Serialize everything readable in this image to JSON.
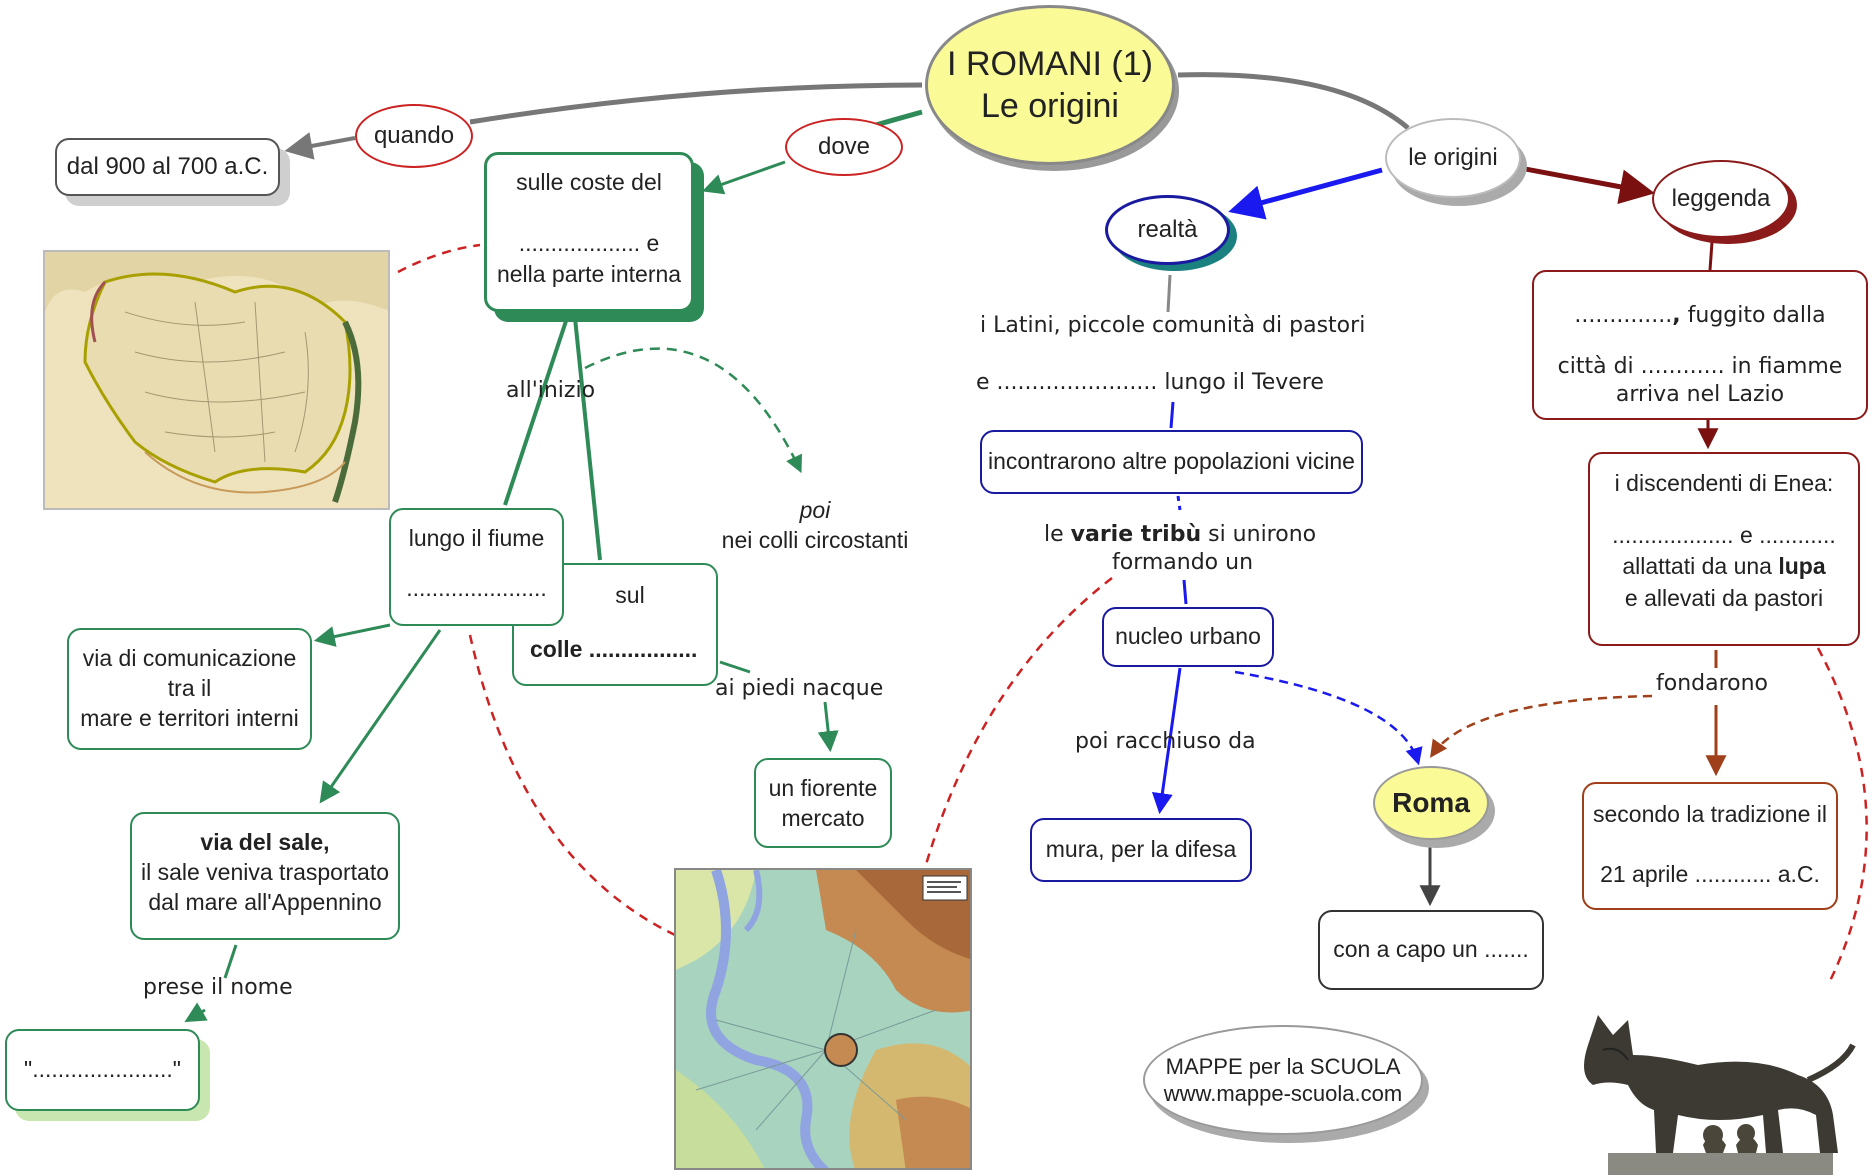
{
  "title": {
    "line1": "I ROMANI (1)",
    "line2": "Le origini"
  },
  "labels": {
    "quando": "quando",
    "dove": "dove",
    "le_origini": "le origini",
    "realta": "realtà",
    "leggenda": "leggenda",
    "all_inizio": "all'inizio",
    "poi": "poi",
    "nei_colli": "nei colli circostanti",
    "ai_piedi": "ai piedi nacque",
    "prese_il_nome": "prese il nome",
    "latini": "i Latini, piccole comunità di pastori",
    "lungo_tevere": "e ....................... lungo il Tevere",
    "varie_tribu_pre": "le ",
    "varie_tribu_bold": "varie tribù",
    "varie_tribu_post": " si unirono",
    "formando": "formando un",
    "racchiuso": "poi racchiuso da",
    "fondarono": "fondarono"
  },
  "nodes": {
    "date": "dal 900  al 700 a.C.",
    "coste": {
      "l1": "sulle coste del",
      "l2": "................... e",
      "l3": "nella parte interna"
    },
    "fiume": {
      "l1": "lungo il fiume",
      "l2": "......................"
    },
    "colle": {
      "l1": "sul",
      "bold": "colle",
      "l2": " ................."
    },
    "via": {
      "l1": "via di comunicazione",
      "l2": "tra il",
      "l3": "mare e territori interni"
    },
    "sale": {
      "bold": "via del sale,",
      "l2": "il sale veniva trasportato",
      "l3": "dal mare all'Appennino"
    },
    "nome": "\"......................\"",
    "mercato": {
      "l1": "un fiorente",
      "l2": "mercato"
    },
    "incontrarono": "incontrarono altre popolazioni vicine",
    "nucleo": "nucleo urbano",
    "mura": "mura,  per la difesa",
    "roma": "Roma",
    "capo": "con a capo un .......",
    "fuggito": {
      "l1a": "..............",
      "l1b": ",",
      "l1c": " fuggito dalla",
      "l2": "città di ............ in fiamme",
      "l3": "arriva nel Lazio"
    },
    "discendenti": {
      "l1": "i discendenti di Enea:",
      "l2": "................... e ............",
      "l3a": "allattati da una ",
      "l3b": "lupa",
      "l4": "e allevati da pastori"
    },
    "tradizione": {
      "l1": "secondo la tradizione il",
      "l2": "21 aprile ............ a.C."
    },
    "mappe": {
      "l1": "MAPPE per la SCUOLA",
      "l2": "www.mappe-scuola.com"
    }
  },
  "images": [
    "map-of-ancient-italy",
    "map-of-rome-area",
    "capitoline-wolf-statue"
  ],
  "colors": {
    "green": "#2e8b57",
    "blue": "#1a1aa0",
    "darkred": "#8b1a1a",
    "gray": "#707070",
    "title_fill": "#fafa96",
    "roma_fill": "#fafa96",
    "dashed_red": "#cc2222"
  }
}
